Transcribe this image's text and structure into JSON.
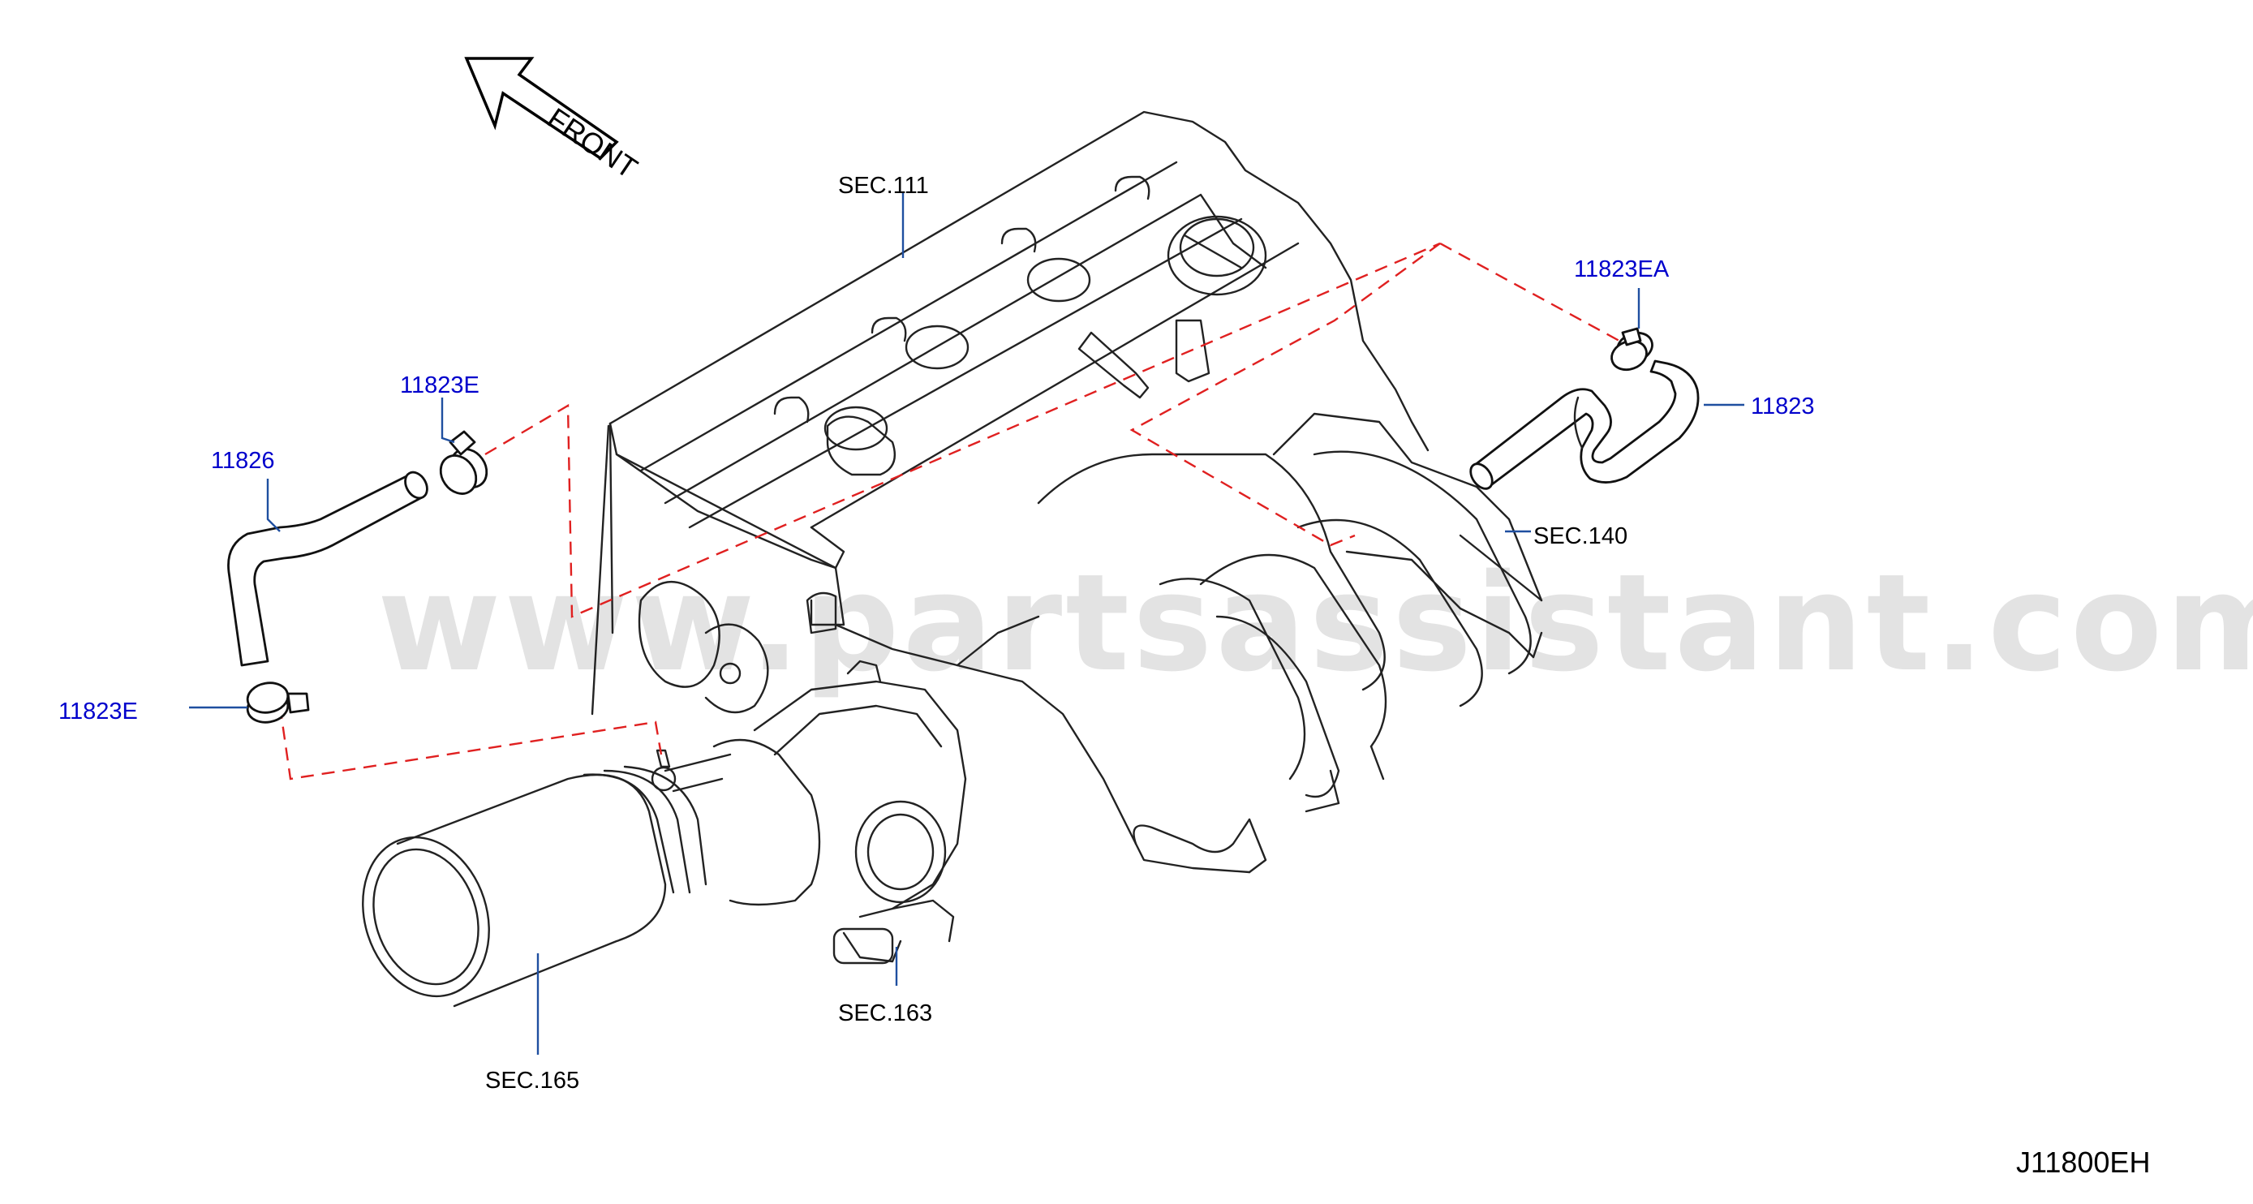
{
  "watermark": "www.partsassistant.com",
  "front_label": "FRONT",
  "diagram_code": "J11800EH",
  "colors": {
    "part_number": "#0000cc",
    "section_ref": "#000000",
    "dashed_connector": "#e02020",
    "leader_line": "#1f4fa0",
    "watermark": "#e3e3e3"
  },
  "section_refs": {
    "cylinder_head": "SEC.111",
    "intake_manifold": "SEC.140",
    "throttle_body": "SEC.163",
    "air_duct": "SEC.165"
  },
  "part_labels": {
    "clamp_upper": "11823E",
    "hose_left": "11826",
    "clamp_lower": "11823E",
    "clamp_right": "11823EA",
    "hose_right": "11823"
  }
}
